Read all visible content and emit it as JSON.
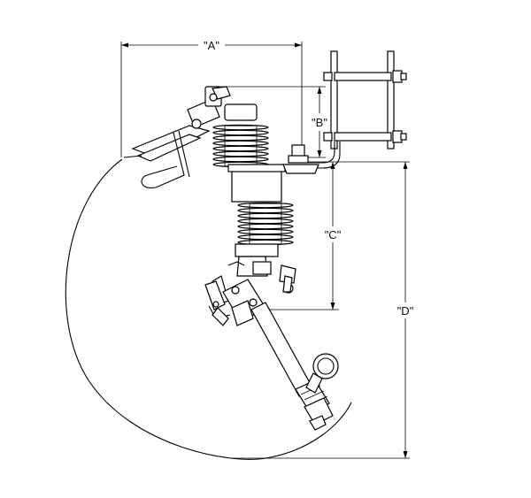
{
  "dimensions": {
    "a": "\"A\"",
    "b": "\"B\"",
    "c": "\"C\"",
    "d": "\"D\""
  }
}
